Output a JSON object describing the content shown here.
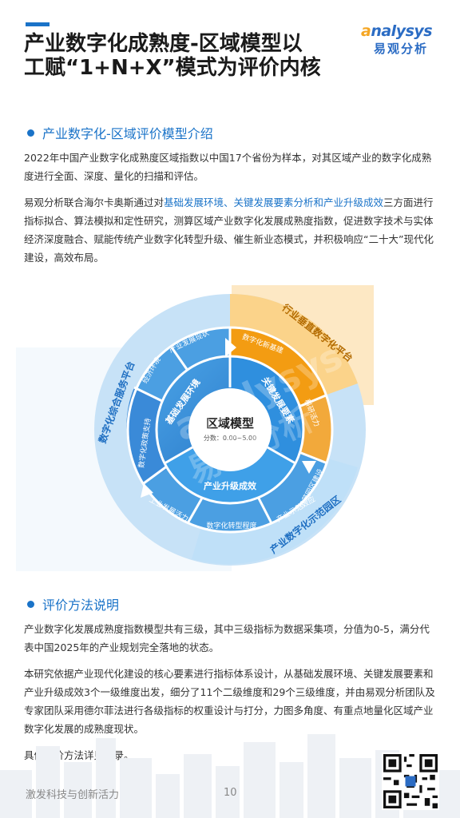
{
  "header": {
    "title_line1": "产业数字化成熟度-区域模型以",
    "title_line2": "工赋“1+N+X”模式为评价内核",
    "logo_en_o": "a",
    "logo_en_rest": "nalysys",
    "logo_cn": "易观分析"
  },
  "section1": {
    "heading": "产业数字化-区域评价模型介绍",
    "para1": "2022年中国产业数字化成熟度区域指数以中国17个省份为样本，对其区域产业的数字化成熟度进行全面、深度、量化的扫描和评估。",
    "para2_a": "易观分析联合海尔卡奥斯通过对",
    "para2_hl": "基础发展环境、关键发展要素分析和产业升级成效",
    "para2_b": "三方面进行指标拟合、算法模拟和定性研究，测算区域产业数字化发展成熟度指数，促进数字技术与实体经济深度融合、赋能传统产业数字化转型升级、催生新业态模式，并积极响应“二十大”现代化建设，高效布局。"
  },
  "diagram": {
    "center_title": "区域模型",
    "center_sub": "分数：0.00~5.00",
    "inner_labels": [
      "基础发展环境",
      "关键发展要素",
      "产业升级成效"
    ],
    "middle_labels": [
      "产业发展现状",
      "数字化新基建",
      "科研活力",
      "示范园区建设",
      "产业示范效应",
      "数字化转型程度",
      "工业发展活力",
      "数字化政策支持",
      "经济环境"
    ],
    "outer_labels": [
      "数字化综合服务平台",
      "行业垂直数字化平台",
      "产业数字化示范园区"
    ],
    "watermark_en": "analysys",
    "watermark_cn": "易观分析",
    "colors": {
      "blue_dark": "#1f6fc2",
      "blue_mid": "#3d9be0",
      "blue_light": "#a9d2f2",
      "orange": "#f5a31c",
      "orange_light": "#fbd89a"
    }
  },
  "section2": {
    "heading": "评价方法说明",
    "para1": "产业数字化发展成熟度指数模型共有三级，其中三级指标为数据采集项，分值为0-5，满分代表中国2025年的产业规划完全落地的状态。",
    "para2": "本研究依据产业现代化建设的核心要素进行指标体系设计，从基础发展环境、关键发展要素和产业升级成效3个一级维度出发，细分了11个二级维度和29个三级维度，并由易观分析团队及专家团队采用德尔菲法进行各级指标的权重设计与打分，力图多角度、有重点地量化区域产业数字化发展的成熟度现状。",
    "para3": "具体评价方法详见附录。"
  },
  "footer": {
    "slogan": "激发科技与创新活力",
    "page": "10"
  }
}
